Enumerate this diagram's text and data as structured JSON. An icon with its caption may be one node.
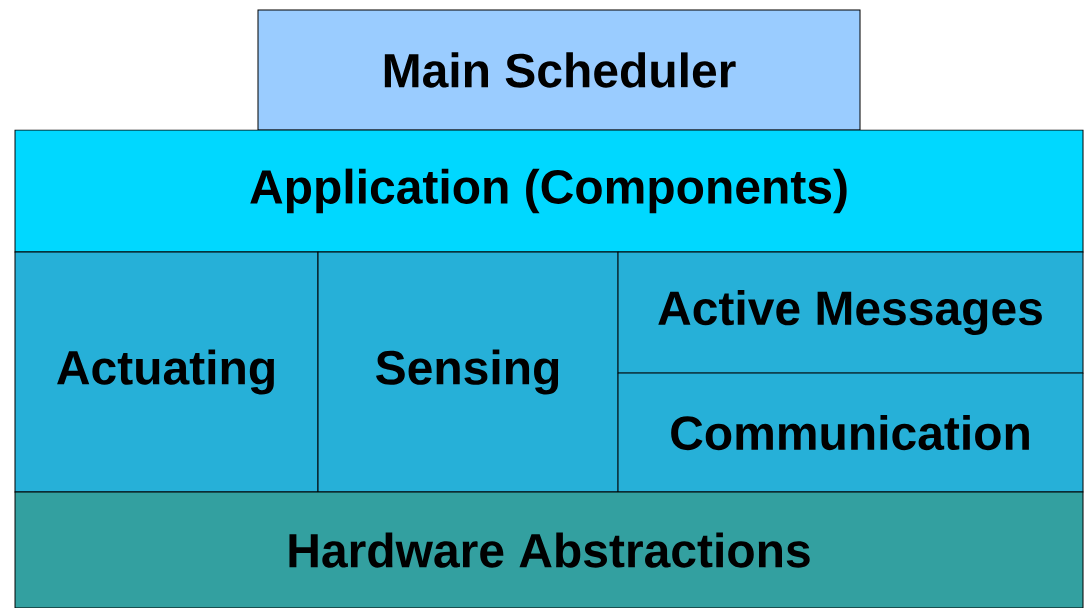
{
  "diagram": {
    "nodes": [
      {
        "text": [
          "Main Scheduler"
        ]
      },
      {
        "text": [
          "Application (Components)"
        ]
      },
      {
        "text": [
          "Actuating"
        ]
      },
      {
        "text": [
          "Sensing"
        ]
      },
      {
        "text": [
          "Active Messages"
        ]
      },
      {
        "text": [
          "Communication"
        ]
      },
      {
        "text": [
          "Hardware Abstractions"
        ]
      }
    ]
  }
}
